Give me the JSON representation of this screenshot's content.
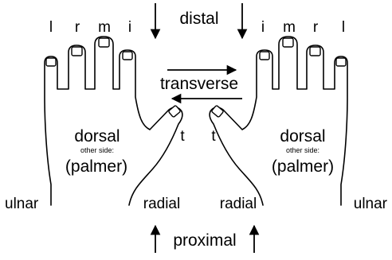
{
  "directions": {
    "distal": "distal",
    "proximal": "proximal",
    "transverse": "transverse"
  },
  "finger_labels": {
    "left": [
      "l",
      "r",
      "m",
      "i"
    ],
    "right": [
      "i",
      "m",
      "r",
      "l"
    ],
    "thumb": "t"
  },
  "left_hand": {
    "side": "dorsal",
    "note": "other side:",
    "other": "(palmer)",
    "edge_outer": "ulnar",
    "edge_inner": "radial"
  },
  "right_hand": {
    "side": "dorsal",
    "note": "other side:",
    "other": "(palmer)",
    "edge_outer": "ulnar",
    "edge_inner": "radial"
  },
  "colors": {
    "ink": "#000000",
    "background": "#ffffff"
  }
}
